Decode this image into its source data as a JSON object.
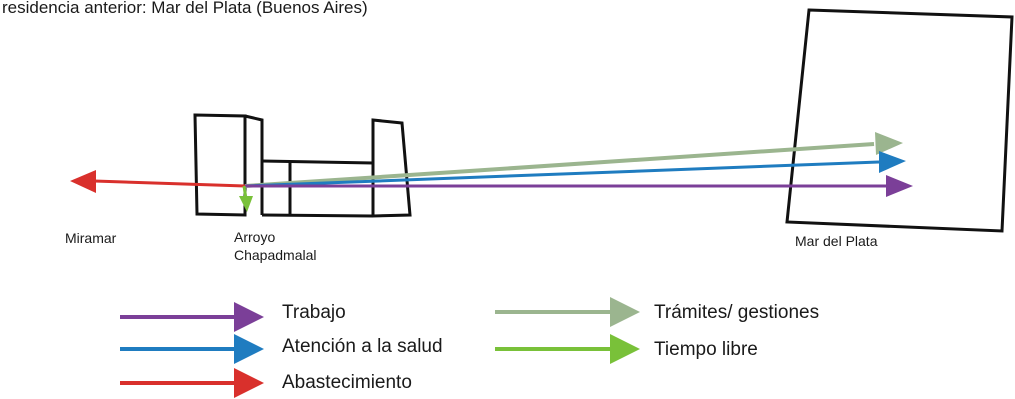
{
  "header": {
    "text": "residencia anterior: Mar del Plata (Buenos Aires)"
  },
  "places": {
    "miramar": "Miramar",
    "arroyo_line1": "Arroyo",
    "arroyo_line2": "Chapadmalal",
    "mar_del_plata": "Mar del Plata"
  },
  "legend": {
    "trabajo": {
      "label": "Trabajo",
      "color": "#7b3f98"
    },
    "salud": {
      "label": "Atención a la salud",
      "color": "#1f7cc0"
    },
    "abastecimiento": {
      "label": "Abastecimiento",
      "color": "#d9302c"
    },
    "tramites": {
      "label": "Trámites/ gestiones",
      "color": "#9bb58f"
    },
    "tiempo_libre": {
      "label": "Tiempo libre",
      "color": "#79c139"
    }
  }
}
